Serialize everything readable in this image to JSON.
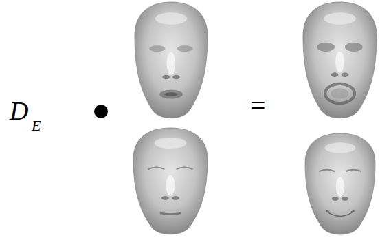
{
  "diagram": {
    "labels": [
      "D",
      "E",
      "="
    ]
  }
}
